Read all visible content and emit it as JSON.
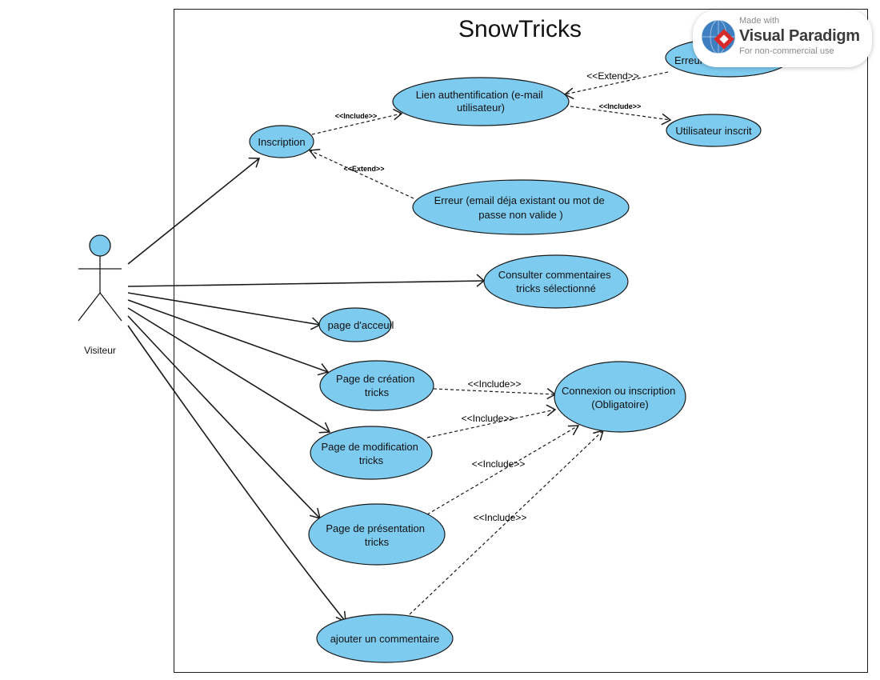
{
  "diagram": {
    "title": "SnowTricks",
    "actor": {
      "name": "Visiteur"
    },
    "colors": {
      "usecase_fill": "#7ecbf0",
      "stroke": "#1a1a1a",
      "background": "#ffffff"
    },
    "use_cases": {
      "inscription": [
        "Inscription"
      ],
      "lien_auth": [
        "Lien authentification (e-mail",
        "utilisateur)"
      ],
      "erreur_top": [
        "Erreur"
      ],
      "utilisateur_inscrit": [
        "Utilisateur inscrit"
      ],
      "erreur_email": [
        "Erreur (email déja existant ou mot de",
        "passe non valide )"
      ],
      "consulter": [
        "Consulter commentaires",
        "tricks sélectionné"
      ],
      "accueil": [
        "page d'acceuil"
      ],
      "creation": [
        "Page de création",
        "tricks"
      ],
      "modification": [
        "Page de modification",
        "tricks"
      ],
      "presentation": [
        "Page de présentation",
        "tricks"
      ],
      "commentaire": [
        "ajouter un commentaire"
      ],
      "connexion": [
        "Connexion ou inscription",
        "(Obligatoire)"
      ]
    },
    "relations": {
      "include_insc_lien": "<<Include>>",
      "extend_erreur_lien": "<<Extend>>",
      "include_lien_inscrit": "<<Include>>",
      "extend_erreurmail_insc": "<<Extend>>",
      "include_creation": "<<Include>>",
      "include_modification": "<<Include>>",
      "include_presentation": "<<Include>>",
      "include_commentaire": "<<Include>>"
    }
  },
  "watermark": {
    "made_with": "Made with",
    "brand": "Visual Paradigm",
    "subtitle": "For non-commercial use",
    "icon": "visual-paradigm-logo-icon"
  }
}
